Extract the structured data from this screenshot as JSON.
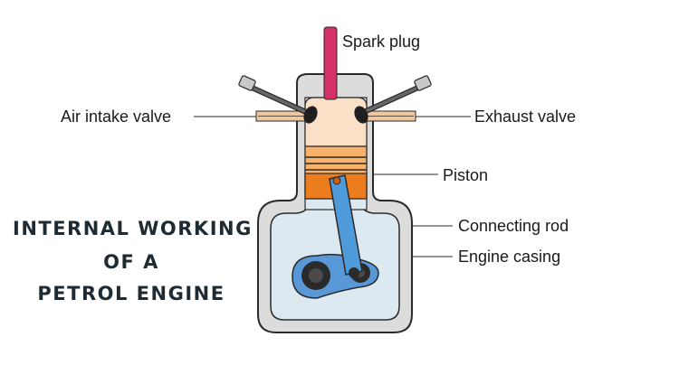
{
  "title": {
    "lines": [
      "INTERNAL WORKING",
      "OF A",
      "PETROL ENGINE"
    ]
  },
  "labels": {
    "spark_plug": "Spark plug",
    "air_intake_valve": "Air intake valve",
    "exhaust_valve": "Exhaust valve",
    "piston": "Piston",
    "connecting_rod": "Connecting rod",
    "engine_casing": "Engine casing"
  },
  "colors": {
    "casing_outer": "#dcdcdc",
    "casing_stroke": "#2a2a2a",
    "chamber_inner": "#dde9f0",
    "combustion_chamber": "#fbe0c8",
    "spark_plug": "#d6306a",
    "piston_light": "#f8b26a",
    "piston_dark": "#ec7d1f",
    "connecting_rod": "#4f9ad8",
    "crankshaft": "#5898d6",
    "valve_stem": "#555555",
    "valve_tip": "#c8c8c8",
    "port": "#f0c8a0",
    "title_text": "#1f2b33"
  }
}
